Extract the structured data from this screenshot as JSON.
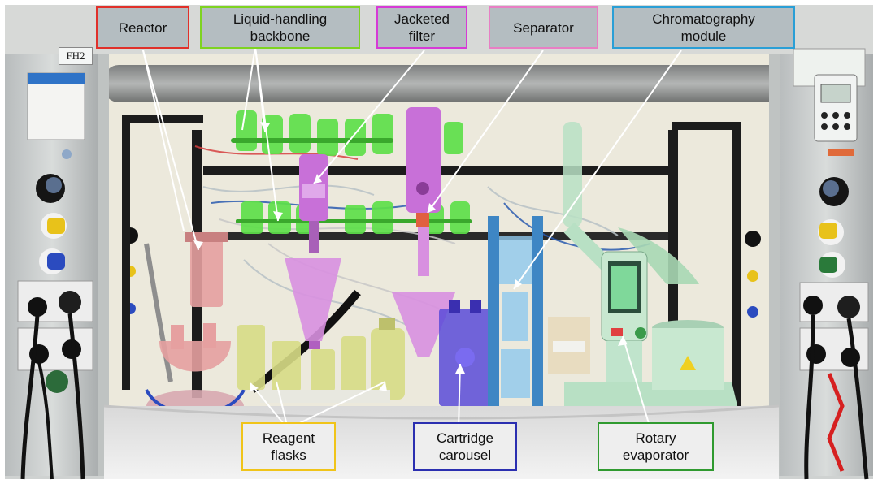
{
  "fumehood_label": "FH2",
  "callouts": {
    "reactor": {
      "text": "Reactor",
      "color": "#e0302a"
    },
    "liquid_handling": {
      "text": "Liquid-handling\nbackbone",
      "color": "#7ed321"
    },
    "jacketed_filter": {
      "text": "Jacketed\nfilter",
      "color": "#d63ad6"
    },
    "separator": {
      "text": "Separator",
      "color": "#e87fc4"
    },
    "chromatography": {
      "text": "Chromatography\nmodule",
      "color": "#2a9fd6"
    },
    "reagent_flasks": {
      "text": "Reagent\nflasks",
      "color": "#f0c419"
    },
    "cartridge_carousel": {
      "text": "Cartridge\ncarousel",
      "color": "#2b2fb0"
    },
    "rotary_evaporator": {
      "text": "Rotary\nevaporator",
      "color": "#2f9a2f"
    }
  },
  "colors": {
    "hood_wall": "#e9e6da",
    "pillar": "#c9cccb",
    "frame": "#1c1c1c",
    "green_parts": "#5ee04a",
    "magenta_parts": "#c870d8",
    "blue_parts": "#3e86c4",
    "carousel": "#5a4bd8",
    "reactor_pink": "#e6a0a0",
    "flask_yellow": "#d8dc86",
    "evaporator_body": "#b8e0c4"
  }
}
